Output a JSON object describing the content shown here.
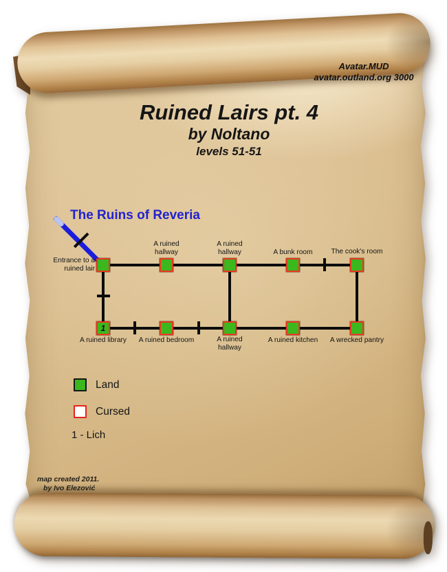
{
  "header": {
    "server_name": "Avatar.MUD",
    "server_address": "avatar.outland.org 3000",
    "title": "Ruined Lairs pt. 4",
    "author": "by Noltano",
    "levels": "levels 51-51"
  },
  "area": {
    "name": "The Ruins of Reveria"
  },
  "map": {
    "rooms": [
      {
        "label": "Entrance to a ruined lair",
        "type": "land",
        "row": "top"
      },
      {
        "label": "A ruined hallway",
        "type": "land",
        "row": "top"
      },
      {
        "label": "A ruined hallway",
        "type": "land",
        "row": "top"
      },
      {
        "label": "A bunk room",
        "type": "land",
        "row": "top"
      },
      {
        "label": "The cook's room",
        "type": "land",
        "row": "top"
      },
      {
        "label": "A ruined library",
        "type": "land",
        "row": "bottom",
        "marker": "1"
      },
      {
        "label": "A ruined bedroom",
        "type": "land",
        "row": "bottom"
      },
      {
        "label": "A ruined hallway",
        "type": "land",
        "row": "bottom"
      },
      {
        "label": "A ruined kitchen",
        "type": "land",
        "row": "bottom"
      },
      {
        "label": "A wrecked pantry",
        "type": "land",
        "row": "bottom"
      }
    ],
    "doors": [
      "between A bunk room and The cook's room",
      "between Entrance to a ruined lair and A ruined library",
      "between A ruined library and A ruined bedroom",
      "between A ruined bedroom and A ruined hallway (bottom)",
      "on river path to entrance"
    ]
  },
  "legend": {
    "items": [
      {
        "swatch": "land",
        "label": "Land"
      },
      {
        "swatch": "cursed",
        "label": "Cursed"
      }
    ],
    "note": "1 - Lich"
  },
  "credit": {
    "line1": "map created 2011.",
    "line2": "by Ivo Elezović"
  },
  "colors": {
    "room_fill": "#3cb71e",
    "room_border": "#e8391f",
    "path": "#0c0c0c",
    "area_label": "#2222cf",
    "river_dark": "#1c1cdb",
    "river_light": "#b9c4f2",
    "cursed_border": "#e8231c",
    "parchment": "#d9bd8f"
  }
}
